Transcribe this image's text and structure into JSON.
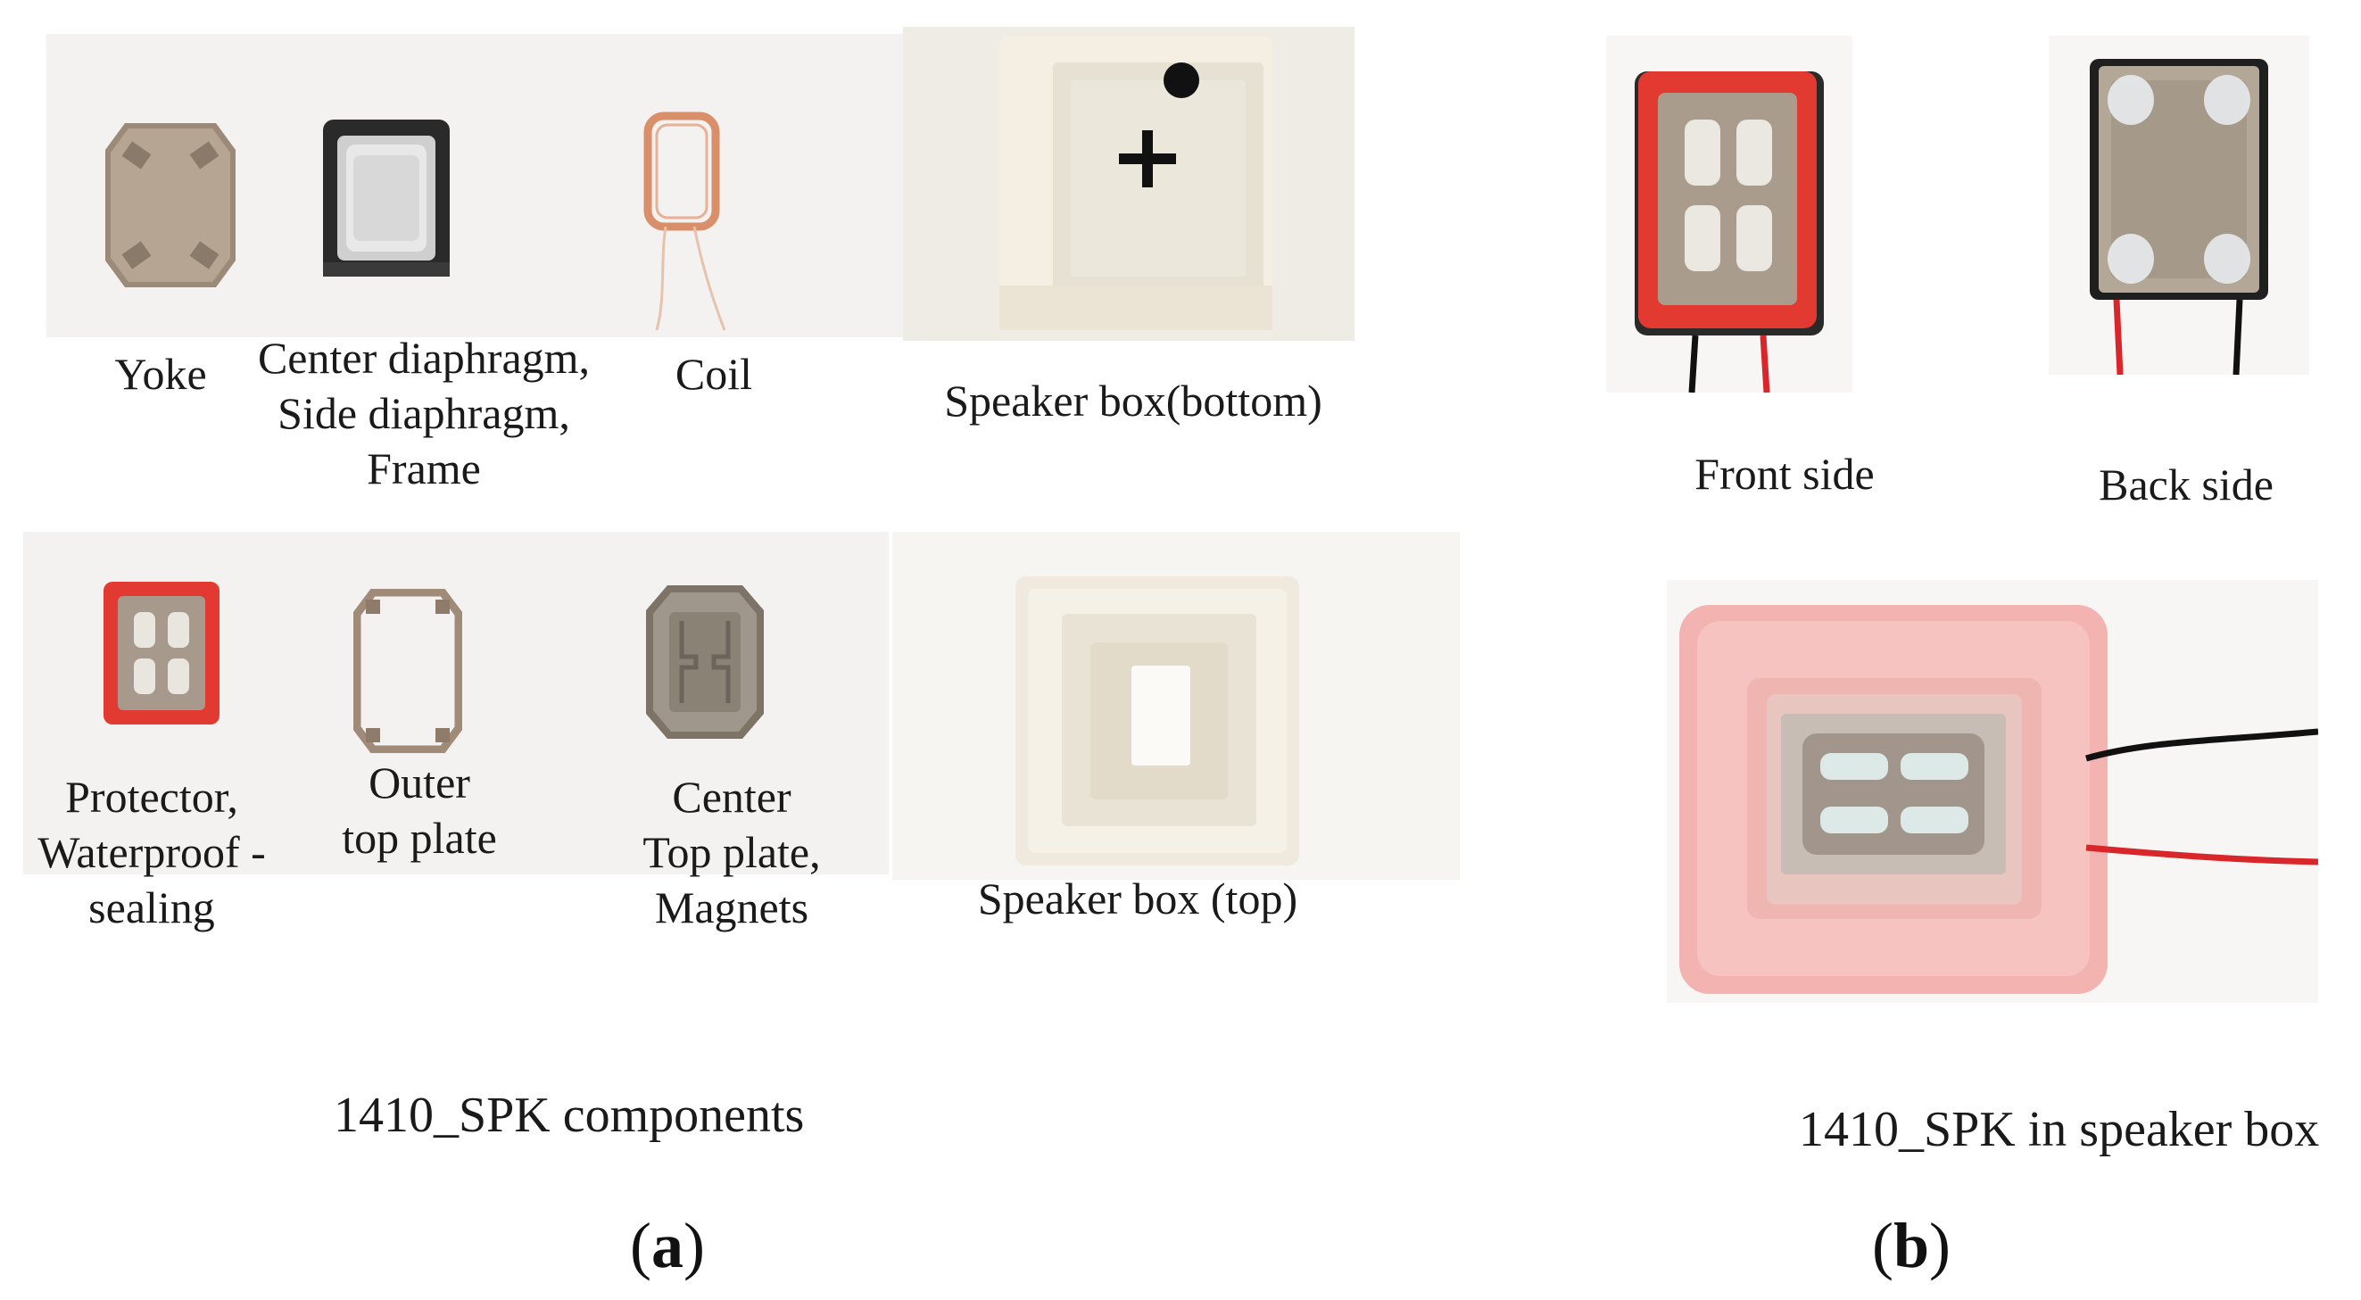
{
  "panel_a": {
    "labels": {
      "yoke": [
        "Yoke"
      ],
      "diaphragm": [
        "Center diaphragm,",
        "Side diaphragm,",
        "Frame"
      ],
      "coil": [
        "Coil"
      ],
      "box_bottom": [
        "Speaker box(bottom)"
      ],
      "protector": [
        "Protector,",
        "Waterproof -",
        "sealing"
      ],
      "outer_plate": [
        "Outer",
        "top plate"
      ],
      "center_plate": [
        "Center",
        "Top plate,",
        "Magnets"
      ],
      "box_top": [
        "Speaker box (top)"
      ]
    },
    "caption": "1410_SPK components",
    "letter_open": "(",
    "letter": "a",
    "letter_close": ")"
  },
  "panel_b": {
    "labels": {
      "front": "Front side",
      "back": "Back side"
    },
    "caption": "1410_SPK in speaker box",
    "letter_open": "(",
    "letter": "b",
    "letter_close": ")"
  },
  "colors": {
    "photo_bg": "#f2f1ef",
    "metal": "#b9a99a",
    "red_frame": "#e0332c",
    "translucent_white": "#f3eee0",
    "pink_box": "#f7b9b6"
  }
}
